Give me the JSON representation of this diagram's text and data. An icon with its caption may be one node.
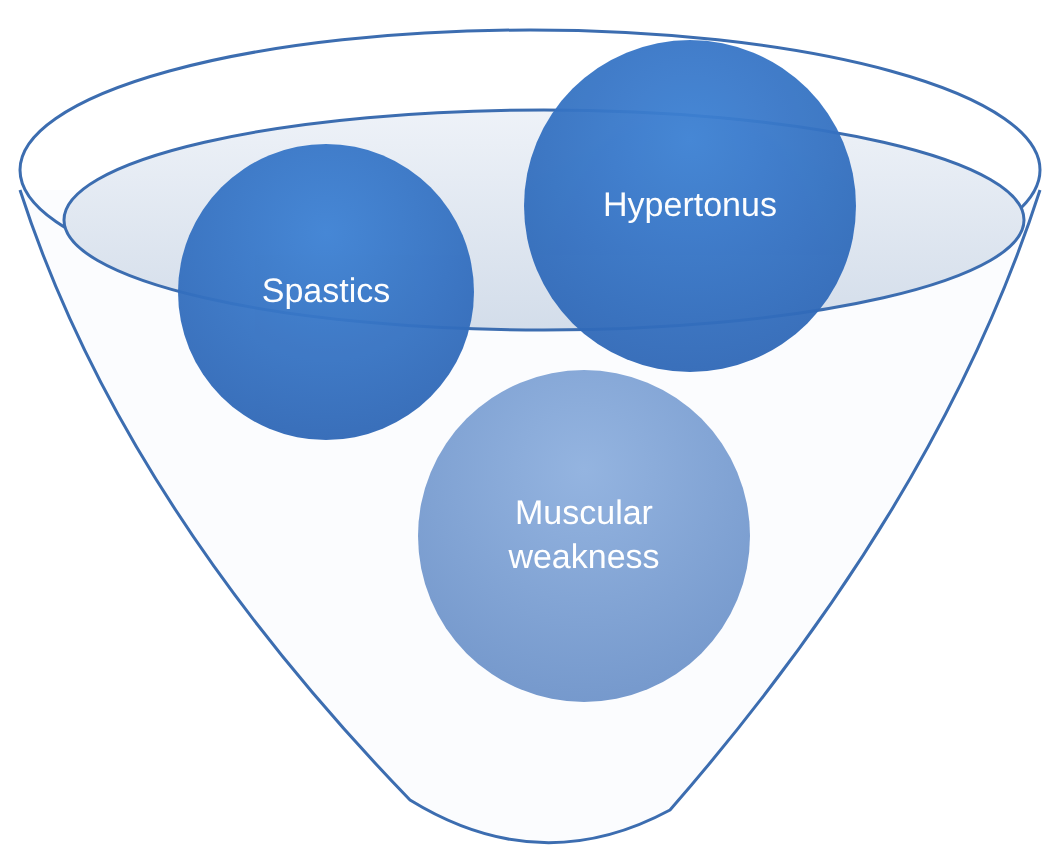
{
  "diagram": {
    "nodes": [
      {
        "text": [
          "Spastics"
        ]
      },
      {
        "text": [
          "Hypertonus"
        ]
      },
      {
        "text": [
          "Muscular weakness"
        ]
      }
    ]
  }
}
